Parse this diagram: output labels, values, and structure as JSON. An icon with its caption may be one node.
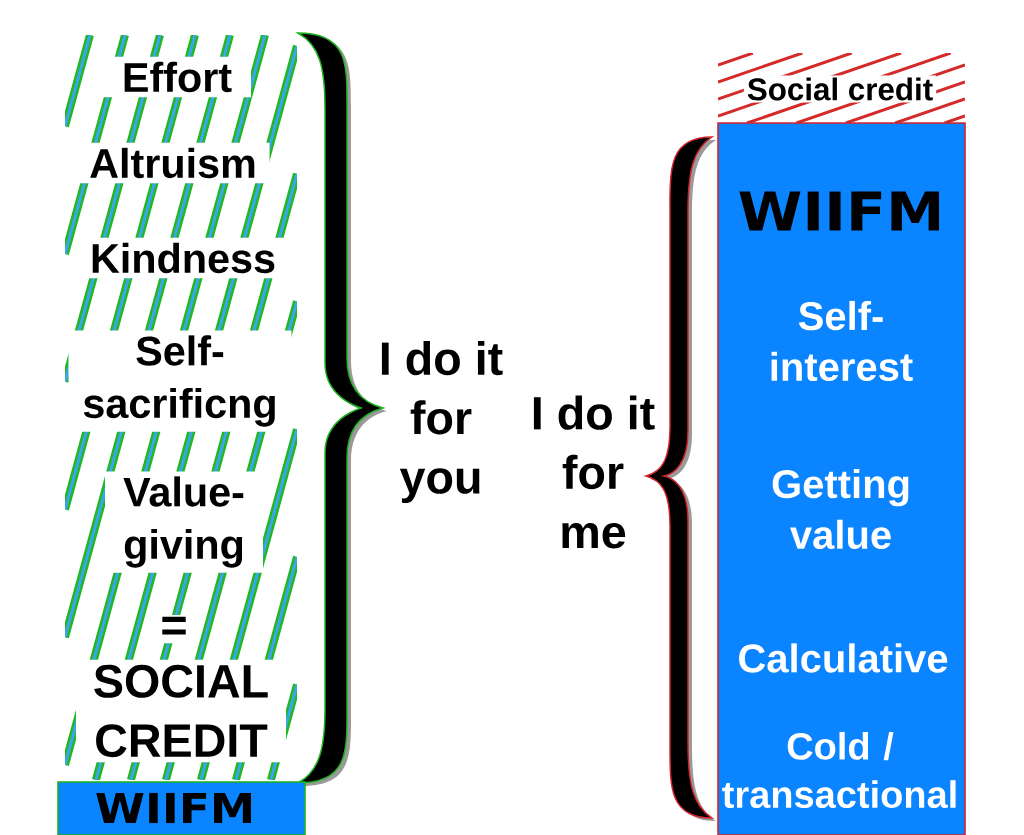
{
  "diagram": {
    "nodes": [
      {
        "text": [
          "Effort",
          "Altruism",
          "Kindness",
          "Self- sacrificng",
          "Value- giving",
          "=",
          "SOCIAL CREDIT"
        ]
      },
      {
        "text": [
          "WIIFM"
        ]
      },
      {
        "text": [
          "Social credit"
        ]
      },
      {
        "text": [
          "WIIFM",
          "Self- interest",
          "Getting value",
          "Calculative",
          "Cold / transactional"
        ]
      }
    ],
    "labels": [
      "I do it for you",
      "I do it for me"
    ]
  }
}
